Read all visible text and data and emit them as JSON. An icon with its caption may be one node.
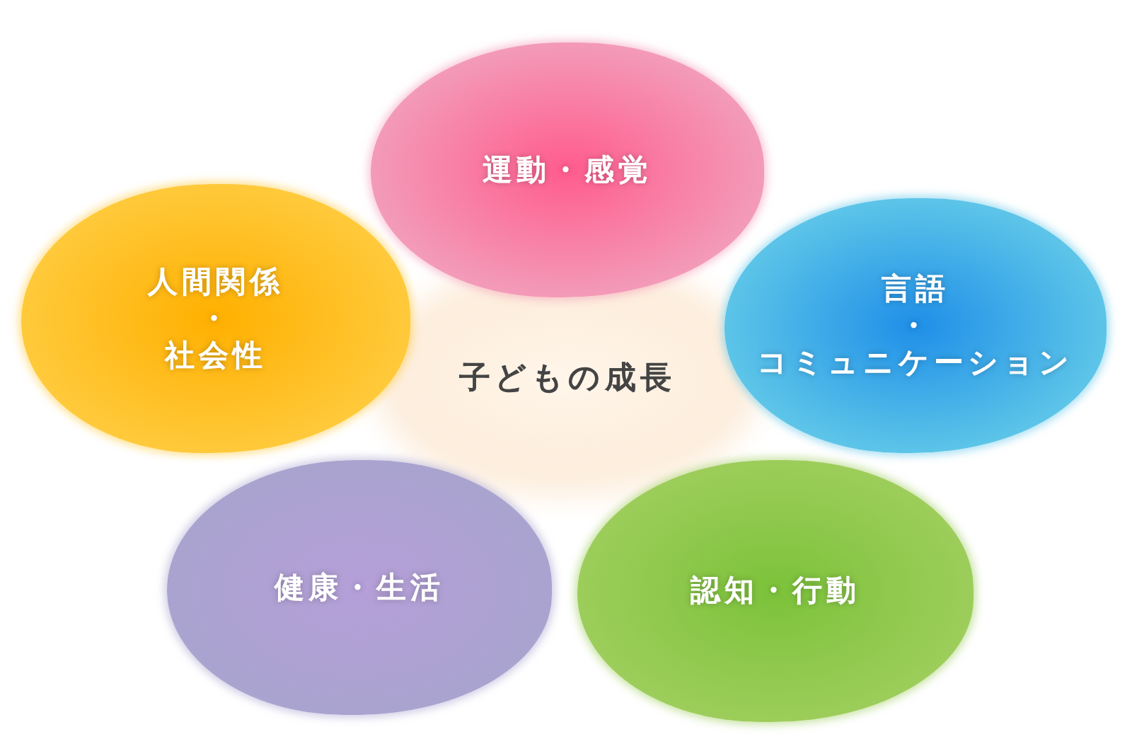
{
  "diagram": {
    "nodes": [
      {
        "text": [
          "運動・感覚"
        ]
      },
      {
        "text": [
          "人間関係・社会性"
        ]
      },
      {
        "text": [
          "子どもの成長"
        ]
      },
      {
        "text": [
          "言語・コミュニケーション"
        ]
      },
      {
        "text": [
          "健康・生活"
        ]
      },
      {
        "text": [
          "認知・行動"
        ]
      }
    ]
  }
}
